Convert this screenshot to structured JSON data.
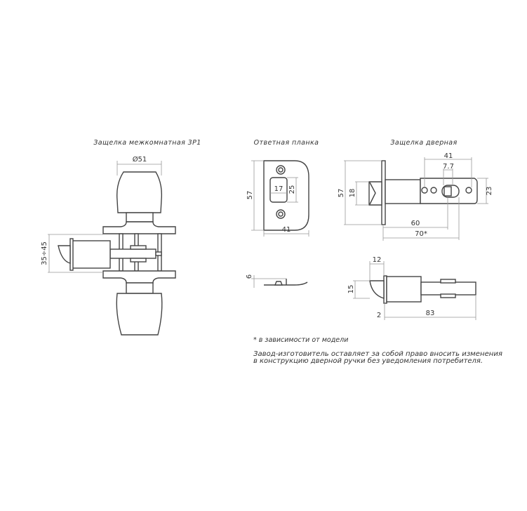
{
  "titles": {
    "interior_latch": "Защелка межкомнатная 3P1",
    "strike_plate": "Ответная планка",
    "door_latch": "Защелка дверная"
  },
  "dimensions": {
    "knob_diameter": "Ø51",
    "door_thickness": "35÷45",
    "strike_height": "57",
    "strike_width": "41",
    "strike_window_width": "17",
    "strike_window_height": "25",
    "strike_thickness": "6",
    "latch_height": "57",
    "bolt_height": "18",
    "tail_length": "41",
    "square_hole": "7.7",
    "tail_height": "23",
    "backset_60": "60",
    "backset_70": "70*",
    "bolt_projection": "12",
    "bolt_side_height": "15",
    "faceplate_thickness": "2",
    "latch_length": "83"
  },
  "notes": {
    "footnote": "* в зависимости от модели",
    "disclaimer_line1": "Завод-изготовитель оставляет за собой право вносить изменения",
    "disclaimer_line2": "в конструкцию дверной ручки без уведомления потребителя."
  }
}
